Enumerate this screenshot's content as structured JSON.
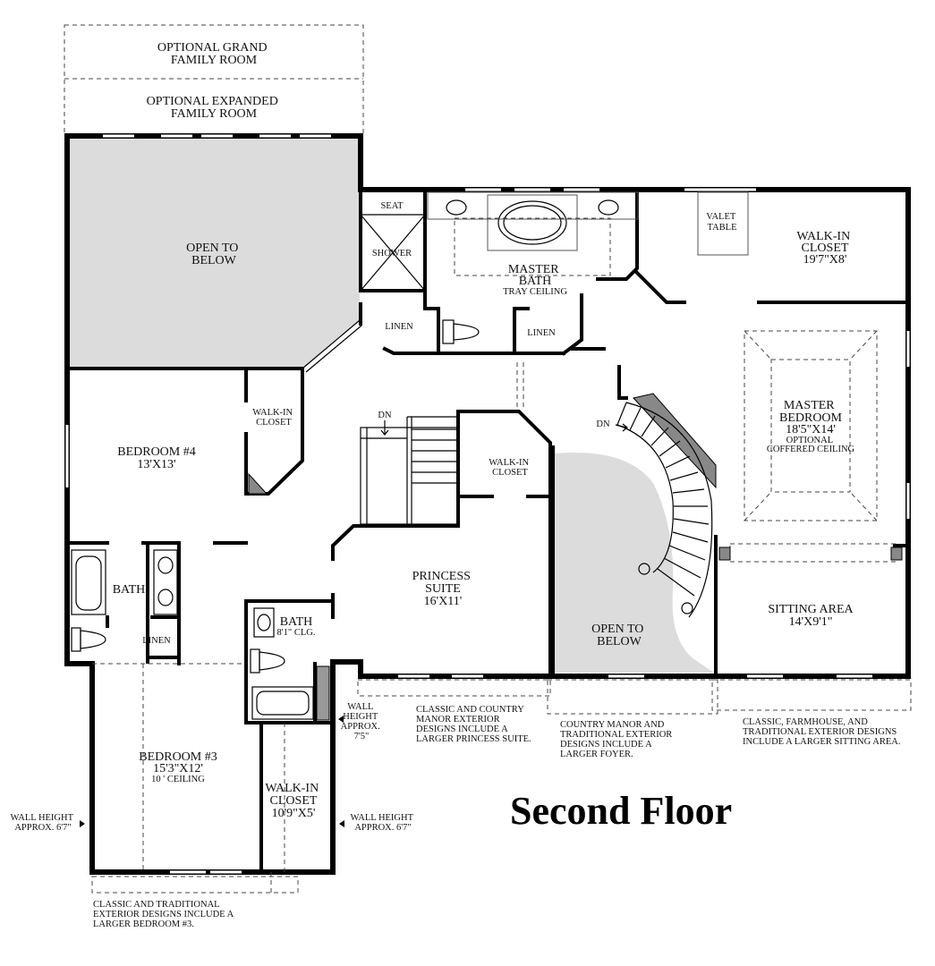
{
  "title": "Second Floor",
  "rooms": {
    "optional_grand_family_room": [
      "OPTIONAL GRAND",
      "FAMILY ROOM"
    ],
    "optional_expanded_family_room": [
      "OPTIONAL EXPANDED",
      "FAMILY ROOM"
    ],
    "open_to_below_left": [
      "OPEN TO",
      "BELOW"
    ],
    "seat": "SEAT",
    "shower": "SHOWER",
    "master_bath": [
      "MASTER",
      "BATH"
    ],
    "master_bath_ceiling": "TRAY CEILING",
    "valet_table": [
      "VALET",
      "TABLE"
    ],
    "walk_in_closet_master": [
      "WALK-IN",
      "CLOSET"
    ],
    "walk_in_closet_master_size": "19'7\"X8'",
    "linen_1": "LINEN",
    "linen_2": "LINEN",
    "walk_in_closet_bed4": [
      "WALK-IN",
      "CLOSET"
    ],
    "bedroom4": "BEDROOM #4",
    "bedroom4_size": "13'X13'",
    "dn_1": "DN",
    "dn_2": "DN",
    "walk_in_closet_princess": [
      "WALK-IN",
      "CLOSET"
    ],
    "master_bedroom": [
      "MASTER",
      "BEDROOM"
    ],
    "master_bedroom_size": "18'5\"X14'",
    "master_bedroom_ceiling": [
      "OPTIONAL",
      "COFFERED CEILING"
    ],
    "bath_left": "BATH",
    "linen_3": "LINEN",
    "princess_suite": [
      "PRINCESS",
      "SUITE"
    ],
    "princess_suite_size": "16'X11'",
    "bath_center": "BATH",
    "bath_center_ceiling": "8'1\" CLG.",
    "open_to_below_center": [
      "OPEN TO",
      "BELOW"
    ],
    "sitting_area": "SITTING AREA",
    "sitting_area_size": "14'X9'1\"",
    "bedroom3": "BEDROOM #3",
    "bedroom3_size": "15'3\"X12'",
    "bedroom3_ceiling": "10 ' CEILING",
    "walk_in_closet_bed3": [
      "WALK-IN",
      "CLOSET"
    ],
    "walk_in_closet_bed3_size": "10'9\"X5'"
  },
  "notes": {
    "wall_height_center": [
      "WALL",
      "HEIGHT",
      "APPROX.",
      "7'5\""
    ],
    "princess_note": [
      "CLASSIC AND COUNTRY",
      "MANOR EXTERIOR",
      "DESIGNS INCLUDE A",
      "LARGER PRINCESS SUITE."
    ],
    "foyer_note": [
      "COUNTRY MANOR AND",
      "TRADITIONAL EXTERIOR",
      "DESIGNS INCLUDE A",
      "LARGER FOYER."
    ],
    "sitting_note": [
      "CLASSIC, FARMHOUSE, AND",
      "TRADITIONAL EXTERIOR DESIGNS",
      "INCLUDE A LARGER SITTING AREA."
    ],
    "wall_height_left": [
      "WALL HEIGHT",
      "APPROX. 6'7\""
    ],
    "wall_height_right": [
      "WALL HEIGHT",
      "APPROX. 6'7\""
    ],
    "bedroom3_note": [
      "CLASSIC AND TRADITIONAL",
      "EXTERIOR DESIGNS INCLUDE A",
      "LARGER BEDROOM #3."
    ]
  }
}
